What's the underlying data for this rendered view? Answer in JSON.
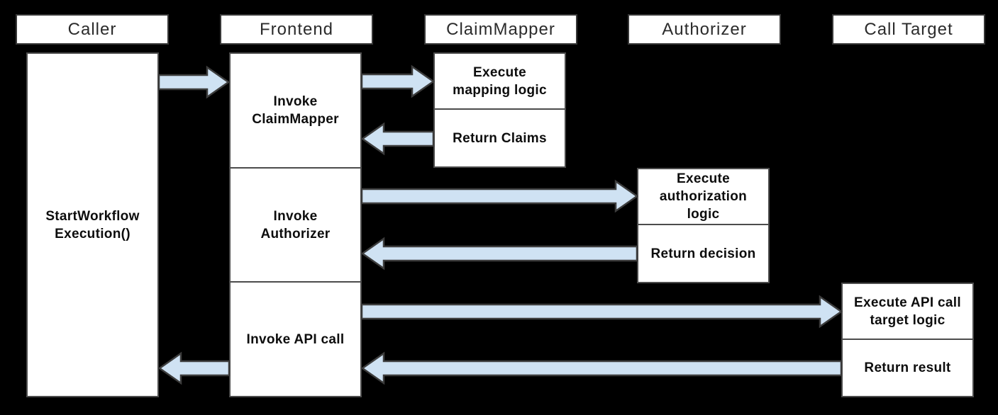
{
  "diagram_type": "sequence-diagram",
  "colors": {
    "background": "#000000",
    "box_fill": "#ffffff",
    "box_border": "#4c4c4c",
    "header_border": "#383838",
    "arrow_fill": "#cfe2f3",
    "arrow_stroke": "#3d3d3d",
    "text": "#0d0d0d"
  },
  "lifelines": [
    {
      "label": "Caller"
    },
    {
      "label": "Frontend"
    },
    {
      "label": "ClaimMapper"
    },
    {
      "label": "Authorizer"
    },
    {
      "label": "Call Target"
    }
  ],
  "activations": [
    {
      "lifeline": "Caller",
      "label": "StartWorkflow\nExecution()"
    },
    {
      "lifeline": "Frontend",
      "label": "Invoke\nClaimMapper"
    },
    {
      "lifeline": "Frontend",
      "label": "Invoke\nAuthorizer"
    },
    {
      "lifeline": "Frontend",
      "label": "Invoke API call"
    },
    {
      "lifeline": "ClaimMapper",
      "label": "Execute\nmapping logic"
    },
    {
      "lifeline": "ClaimMapper",
      "label": "Return Claims"
    },
    {
      "lifeline": "Authorizer",
      "label": "Execute\nauthorization\nlogic"
    },
    {
      "lifeline": "Authorizer",
      "label": "Return decision"
    },
    {
      "lifeline": "Call Target",
      "label": "Execute API call\ntarget logic"
    },
    {
      "lifeline": "Call Target",
      "label": "Return result"
    }
  ],
  "arrows": [
    {
      "from": "Caller",
      "to": "Frontend",
      "direction": "right"
    },
    {
      "from": "Frontend",
      "to": "ClaimMapper",
      "direction": "right"
    },
    {
      "from": "ClaimMapper",
      "to": "Frontend",
      "direction": "left"
    },
    {
      "from": "Frontend",
      "to": "Authorizer",
      "direction": "right"
    },
    {
      "from": "Authorizer",
      "to": "Frontend",
      "direction": "left"
    },
    {
      "from": "Frontend",
      "to": "Call Target",
      "direction": "right"
    },
    {
      "from": "Call Target",
      "to": "Frontend",
      "direction": "left"
    },
    {
      "from": "Frontend",
      "to": "Caller",
      "direction": "left"
    }
  ]
}
